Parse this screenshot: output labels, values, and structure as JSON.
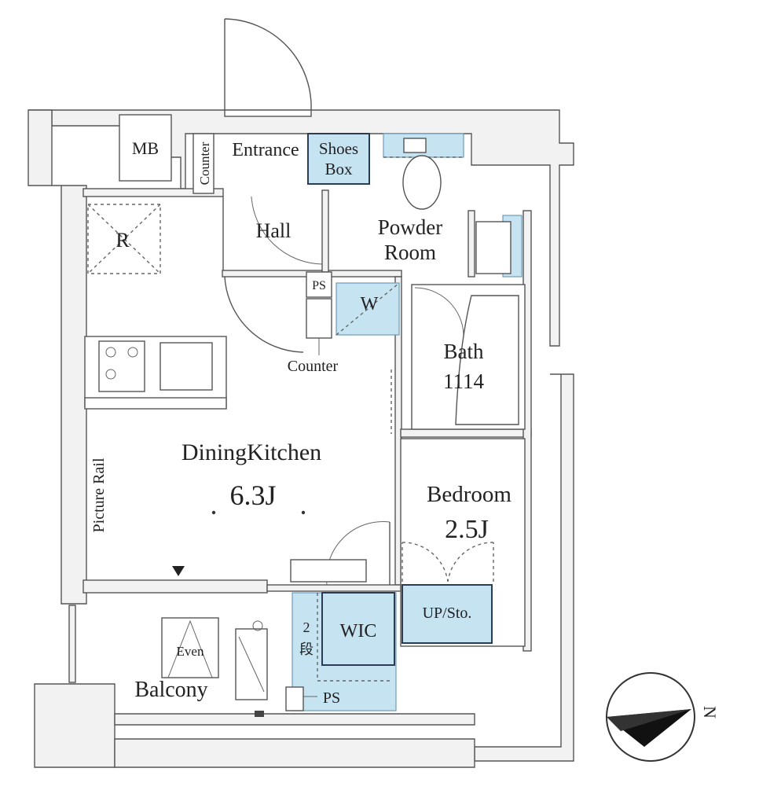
{
  "colors": {
    "wall": "#f2f2f2",
    "line": "#555555",
    "highlight": "#c6e3f2",
    "highlight_border": "#2b3d55",
    "text": "#222222"
  },
  "labels": {
    "mb": "MB",
    "counter_vertical": "Counter",
    "entrance": "Entrance",
    "shoes_box_1": "Shoes",
    "shoes_box_2": "Box",
    "hall": "Hall",
    "powder_room_1": "Powder",
    "powder_room_2": "Room",
    "refrigerator": "R",
    "ps_top": "PS",
    "washer": "W",
    "counter": "Counter",
    "bath": "Bath",
    "bath_size": "1114",
    "dining_kitchen": "DiningKitchen",
    "dining_kitchen_size": "6.3J",
    "picture_rail": "Picture Rail",
    "bedroom": "Bedroom",
    "bedroom_size": "2.5J",
    "up_sto": "UP/Sto.",
    "wic": "WIC",
    "step_1": "2",
    "step_2": "段",
    "ps_bottom": "PS",
    "even": "Even",
    "balcony": "Balcony"
  },
  "compass": {
    "direction_label": "N",
    "icon": "north-arrow-icon"
  }
}
